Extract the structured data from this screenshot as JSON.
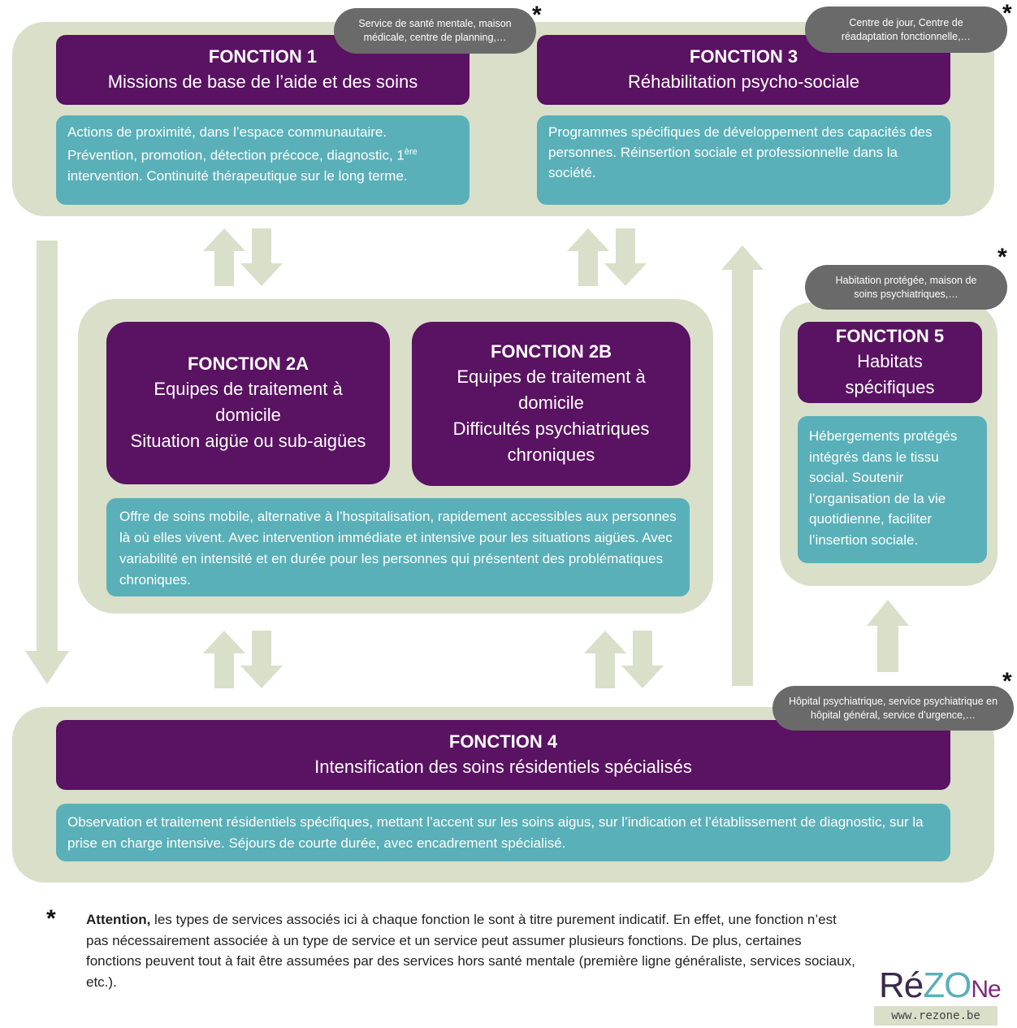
{
  "f1": {
    "title": "FONCTION 1",
    "subtitle": "Missions de base de l’aide et des soins",
    "desc_a": "Actions de proximité, dans l’espace communautaire. Prévention, promotion, détection précoce, diagnostic, 1",
    "desc_sup": "ère",
    "desc_b": " intervention. Continuité thérapeutique sur le long terme.",
    "bubble": "Service de santé mentale, maison médicale, centre de planning,…"
  },
  "f3": {
    "title": "FONCTION 3",
    "subtitle": "Réhabilitation psycho-sociale",
    "desc": "Programmes spécifiques de développement des capacités des personnes. Réinsertion sociale et professionnelle dans la société.",
    "bubble": "Centre de jour, Centre de réadaptation fonctionnelle,…"
  },
  "f2a": {
    "title": "FONCTION 2A",
    "line1": "Equipes de traitement à domicile",
    "line2": "Situation aigüe ou sub-aigües"
  },
  "f2b": {
    "title": "FONCTION 2B",
    "line1": "Equipes de traitement à domicile",
    "line2": "Difficultés psychiatriques chroniques"
  },
  "f2": {
    "desc": "Offre de soins mobile, alternative à l’hospitalisation, rapidement accessibles aux personnes là où elles vivent. Avec intervention immédiate et intensive pour les situations aigües. Avec variabilité en intensité et en durée pour les personnes qui présentent des problématiques chroniques."
  },
  "f5": {
    "title": "FONCTION 5",
    "subtitle": "Habitats spécifiques",
    "desc": "Hébergements protégés intégrés dans le tissu social. Soutenir l’organisation de la vie quotidienne, faciliter l’insertion sociale.",
    "bubble": "Habitation protégée, maison de soins psychiatriques,…"
  },
  "f4": {
    "title": "FONCTION 4",
    "subtitle": "Intensification des soins résidentiels spécialisés",
    "desc": "Observation et traitement résidentiels spécifiques, mettant l’accent sur les soins aigus, sur l’indication et l’établissement de diagnostic, sur la prise en charge intensive. Séjours de courte durée, avec encadrement spécialisé.",
    "bubble": "Hôpital psychiatrique, service psychiatrique en hôpital général, service d’urgence,…"
  },
  "star": "*",
  "footnote": {
    "bold": "Attention,",
    "text": " les types de services associés ici à chaque fonction le sont à titre purement indicatif. En effet, une fonction n’est pas nécessairement associée à un type de service et un service peut assumer plusieurs fonctions. De plus, certaines fonctions peuvent tout à fait être assumées par des services hors santé mentale (première ligne généraliste, services sociaux, etc.)."
  },
  "logo": {
    "re": "Ré",
    "zo": "ZO",
    "ne": "Ne",
    "url": "www.rezone.be"
  },
  "colors": {
    "panel": "#d9dfc9",
    "header": "#5a1262",
    "description": "#5ab0b8",
    "bubble": "#6a6a6a"
  }
}
